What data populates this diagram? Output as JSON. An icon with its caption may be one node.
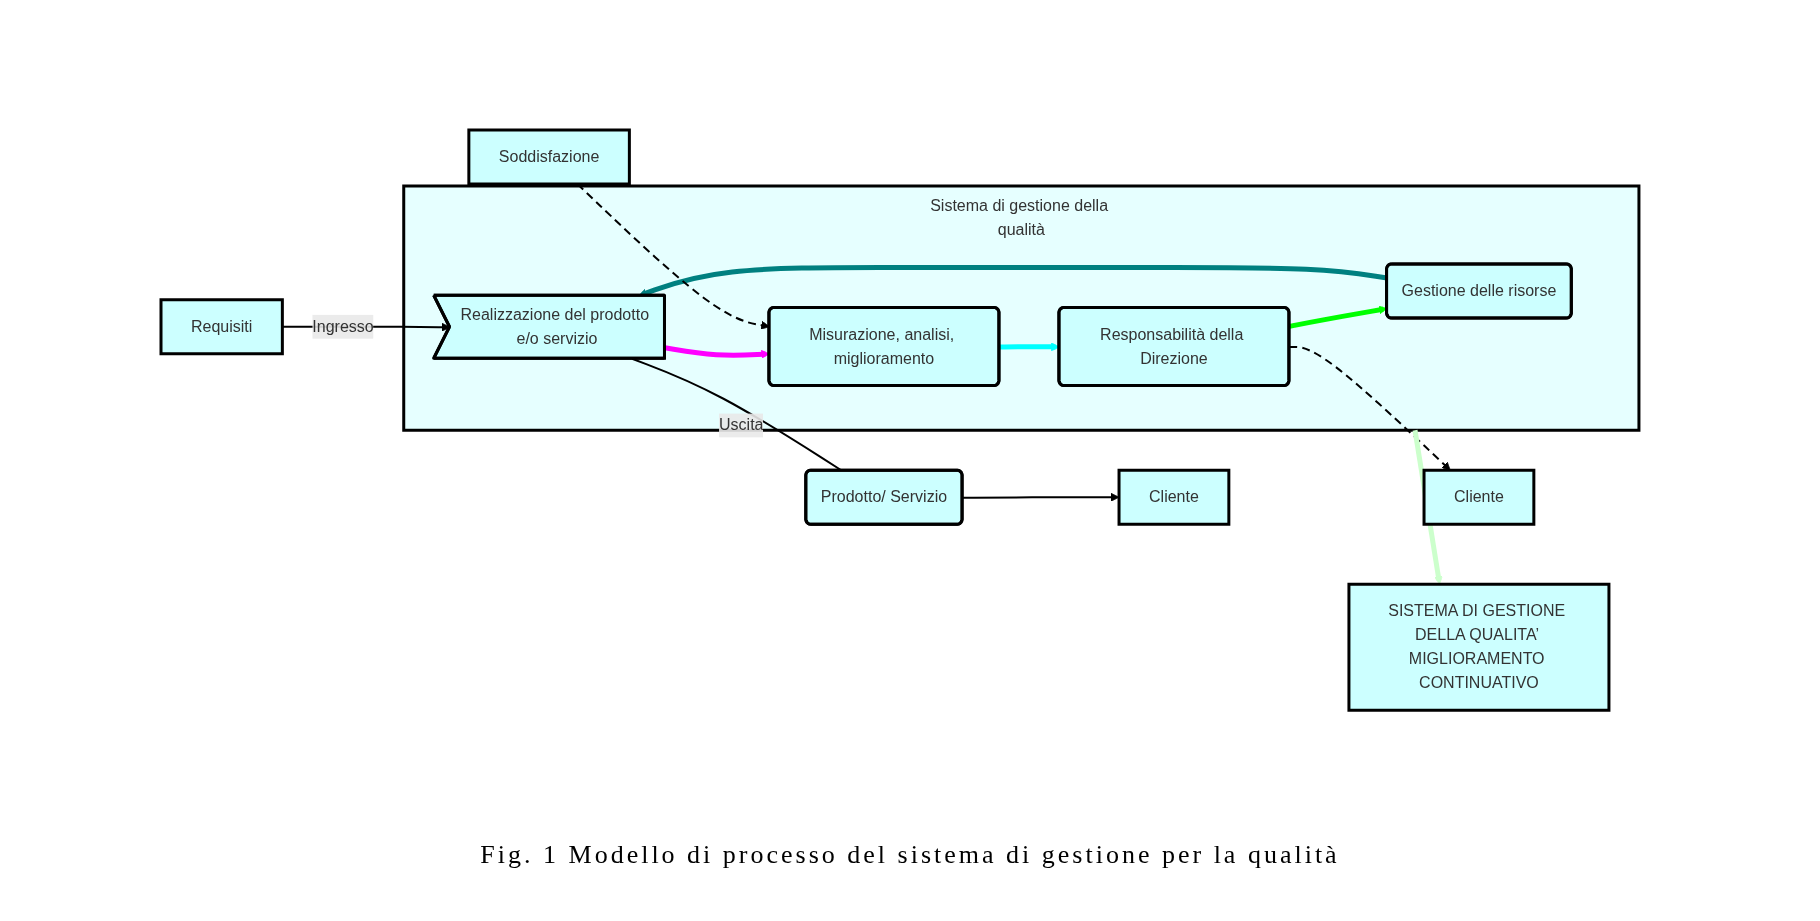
{
  "diagram": {
    "caption": "Fig. 1 Modello di processo del sistema di gestione per la qualità",
    "nodes": [
      {
        "text": [
          "SISTEMA DI GESTIONE DELLA QUALITA’ MIGLIORAMENTO CONTINUATIVO"
        ]
      },
      {
        "text": [
          "Cliente"
        ]
      },
      {
        "text": [
          "Requisiti"
        ]
      },
      {
        "text": [
          "Sistema di gestione della qualità"
        ]
      },
      {
        "text": [
          "Responsabilità della Direzione"
        ],
        "in": 3
      },
      {
        "text": [
          "Gestione delle risorse"
        ],
        "in": 3
      },
      {
        "text": [
          "Misurazione, analisi, miglioramento"
        ],
        "in": 3
      },
      {
        "text": [
          "Realizzazione del prodotto e/o servizio"
        ],
        "in": 3
      },
      {
        "text": [
          "Prodotto/ Servizio"
        ]
      },
      {
        "text": [
          "Soddisfazione"
        ]
      },
      {
        "text": [
          "Cliente"
        ]
      }
    ],
    "edges": [
      {
        "from": 4,
        "to": 1,
        "arrow": "to",
        "style": "dashed"
      },
      {
        "from": 4,
        "to": 5,
        "arrow": "to",
        "style": "thick",
        "color": "#00ff00"
      },
      {
        "from": 5,
        "to": 7,
        "arrow": "to",
        "style": "thick",
        "color": "#008080"
      },
      {
        "from": 7,
        "to": 6,
        "arrow": "to",
        "style": "thick",
        "color": "#ff00ff"
      },
      {
        "from": 6,
        "to": 4,
        "arrow": "to",
        "style": "thick",
        "color": "#00ffff"
      },
      {
        "from": 2,
        "to": 7,
        "arrow": "to",
        "label": "Ingresso"
      },
      {
        "from": 7,
        "to": 8,
        "arrow": "none",
        "label": "Uscita"
      },
      {
        "from": 8,
        "to": 10,
        "arrow": "to"
      },
      {
        "from": 9,
        "to": 6,
        "arrow": "to",
        "style": "dashed"
      },
      {
        "from": 3,
        "to": 0,
        "arrow": "to",
        "style": "thick",
        "color": "#ccffcc"
      }
    ]
  }
}
